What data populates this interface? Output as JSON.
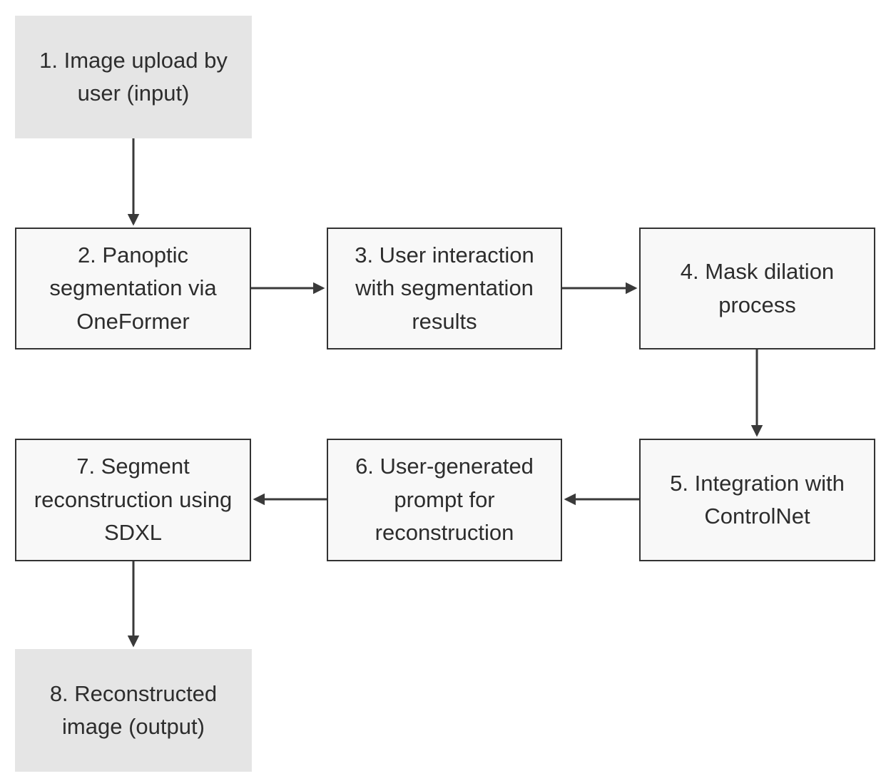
{
  "diagram": {
    "nodes": [
      {
        "id": "1",
        "label": "1. Image upload by user (input)",
        "variant": "gray"
      },
      {
        "id": "2",
        "label": "2. Panoptic segmentation via OneFormer",
        "variant": "white"
      },
      {
        "id": "3",
        "label": "3. User interaction with segmentation results",
        "variant": "white"
      },
      {
        "id": "4",
        "label": "4. Mask dilation process",
        "variant": "white"
      },
      {
        "id": "5",
        "label": "5. Integration with ControlNet",
        "variant": "white"
      },
      {
        "id": "6",
        "label": "6. User-generated prompt for reconstruction",
        "variant": "white"
      },
      {
        "id": "7",
        "label": "7. Segment reconstruction using SDXL",
        "variant": "white"
      },
      {
        "id": "8",
        "label": "8. Reconstructed image (output)",
        "variant": "gray"
      }
    ],
    "edges": [
      {
        "from": "1",
        "to": "2",
        "direction": "down"
      },
      {
        "from": "2",
        "to": "3",
        "direction": "right"
      },
      {
        "from": "3",
        "to": "4",
        "direction": "right"
      },
      {
        "from": "4",
        "to": "5",
        "direction": "down"
      },
      {
        "from": "5",
        "to": "6",
        "direction": "left"
      },
      {
        "from": "6",
        "to": "7",
        "direction": "left"
      },
      {
        "from": "7",
        "to": "8",
        "direction": "down"
      }
    ],
    "colors": {
      "terminal_fill": "#e5e5e5",
      "process_fill": "#f8f8f8",
      "border": "#333333",
      "arrow": "#3a3a3a",
      "text": "#2d2d2d"
    }
  }
}
